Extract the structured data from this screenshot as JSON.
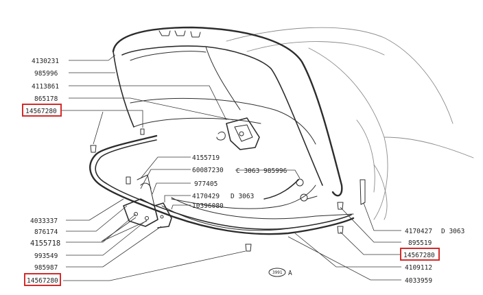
{
  "colors": {
    "ink": "#2c2c2c",
    "highlight": "#d42a2a",
    "paper": "#ffffff"
  },
  "labels": {
    "p4130231": "4130231",
    "p985996": "985996",
    "p4113861": "4113861",
    "p865178": "865178",
    "p14567280_a": "14567280",
    "p4155719": "4155719",
    "p60087230": "60087230",
    "c3063_985996": "C 3063 985996",
    "p977405": "977405",
    "p4170429": "4170429",
    "d3063_a": "D 3063",
    "p10396080": "10396080",
    "p4033337": "4033337",
    "p876174": "876174",
    "p4155718": "4155718",
    "p993549": "993549",
    "p985987": "985987",
    "p14567280_b": "14567280",
    "p4170427": "4170427",
    "d3063_b": "D 3063",
    "p895519": "895519",
    "p14567280_c": "14567280",
    "p4109112": "4109112",
    "p4033959": "4033959",
    "stamp_num": "3991",
    "stamp_letter": "A"
  }
}
